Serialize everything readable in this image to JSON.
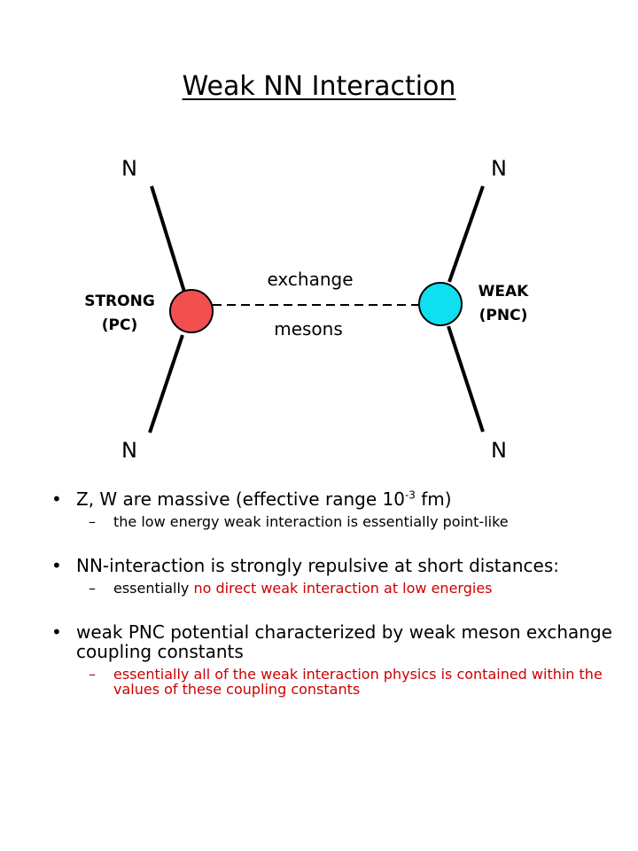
{
  "title": "Weak NN Interaction",
  "diagram": {
    "nodes": {
      "top_left": "N",
      "bottom_left": "N",
      "top_right": "N",
      "bottom_right": "N"
    },
    "strong_vertex": {
      "label_line1": "STRONG",
      "label_line2": "(PC)",
      "color": "#f25050"
    },
    "weak_vertex": {
      "label_line1": "WEAK",
      "label_line2": "(PNC)",
      "color": "#0ee0ef"
    },
    "exchange_top": "exchange",
    "exchange_bottom": "mesons"
  },
  "bullets": [
    {
      "text_prefix": "Z, W are massive (effective range 10",
      "superscript": "-3",
      "text_suffix": " fm)",
      "sub": {
        "text": "the low energy weak interaction is essentially point-like"
      }
    },
    {
      "text": "NN-interaction is strongly repulsive at short distances:",
      "sub": {
        "prefix": "essentially ",
        "highlight": "no direct weak interaction at low energies"
      }
    },
    {
      "text": "weak PNC potential characterized by weak meson exchange coupling constants",
      "sub": {
        "text": "essentially all of the weak interaction physics is contained within the values of these coupling constants"
      }
    }
  ],
  "colors": {
    "text": "#000000",
    "highlight": "#cc0000"
  }
}
